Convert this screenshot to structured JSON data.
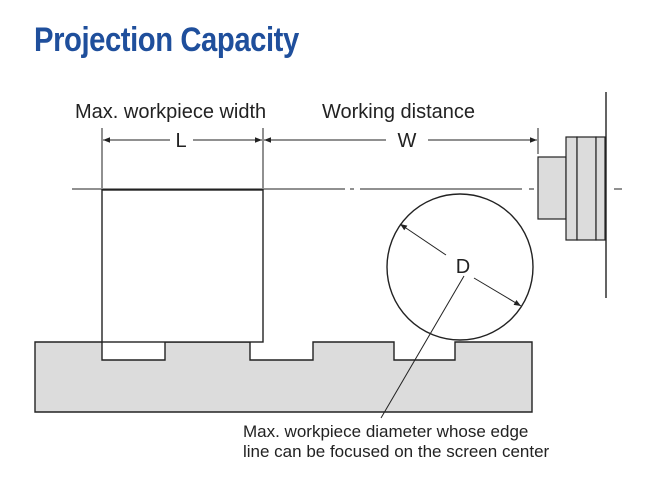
{
  "title": "Projection Capacity",
  "labels": {
    "max_width": "Max. workpiece width",
    "L": "L",
    "working_distance": "Working distance",
    "W": "W",
    "D": "D",
    "note_line1": "Max. workpiece diameter whose edge",
    "note_line2": "line can be focused on the screen center"
  },
  "colors": {
    "title": "#1f4f9c",
    "fill": "#dcdcdc",
    "stroke": "#222222"
  }
}
